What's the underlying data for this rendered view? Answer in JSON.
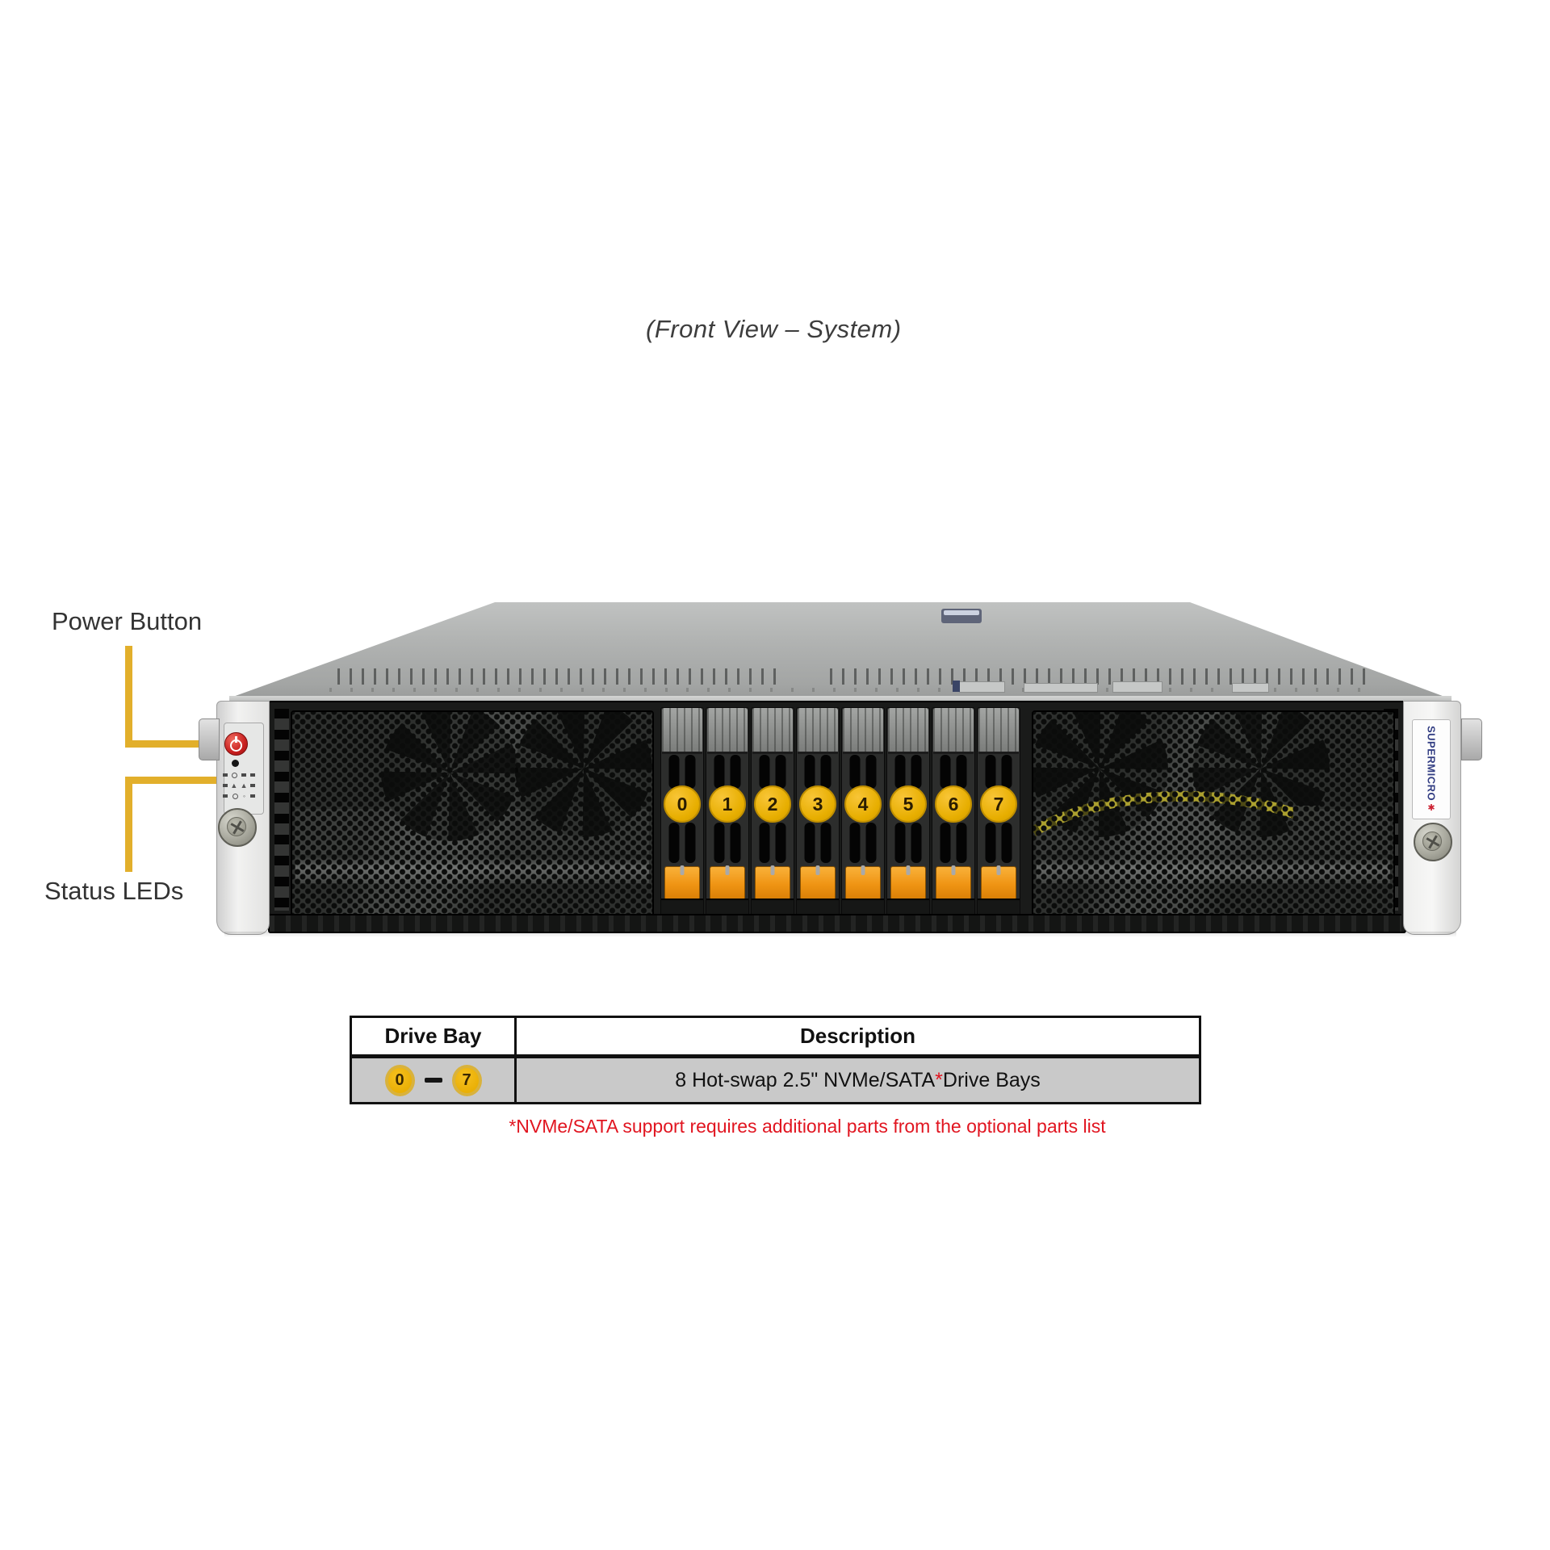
{
  "page": {
    "title": "(Front View – System)"
  },
  "callouts": {
    "power_button": "Power Button",
    "status_leds": "Status LEDs"
  },
  "server": {
    "drive_bays": [
      "0",
      "1",
      "2",
      "3",
      "4",
      "5",
      "6",
      "7"
    ],
    "branding": {
      "name": "SUPERMICRO",
      "logo": "✱"
    }
  },
  "table": {
    "headers": {
      "drive_bay": "Drive Bay",
      "description": "Description"
    },
    "row": {
      "bay_start": "0",
      "range_dash": "–",
      "bay_end": "7",
      "description_prefix": "8 Hot-swap 2.5\" NVMe/SATA",
      "description_asterisk": "*",
      "description_suffix": " Drive Bays"
    }
  },
  "footnote": "*NVMe/SATA support requires additional parts from the optional parts list",
  "colors": {
    "connector_yellow": "#E2AF2B",
    "badge_yellow": "#EAB006",
    "latch_orange": "#F19A18",
    "footnote_red": "#E11520",
    "power_red": "#C81F1F",
    "brand_navy": "#333E83",
    "table_row_gray": "#C9C9C9",
    "chassis_gray": "#ACAEAD",
    "panel_black": "#161716"
  }
}
